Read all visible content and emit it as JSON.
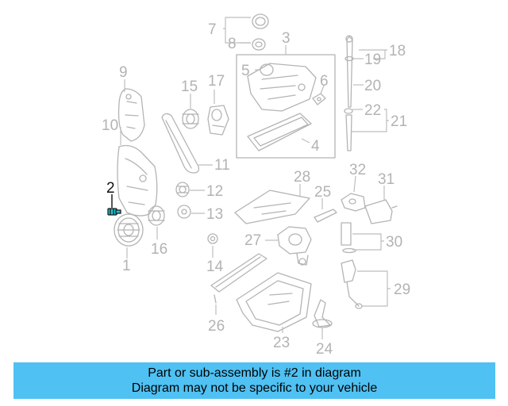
{
  "callouts": {
    "n1": "1",
    "n2": "2",
    "n3": "3",
    "n4": "4",
    "n5": "5",
    "n6": "6",
    "n7": "7",
    "n8": "8",
    "n9": "9",
    "n10": "10",
    "n11": "11",
    "n12": "12",
    "n13": "13",
    "n14": "14",
    "n15": "15",
    "n16": "16",
    "n17": "17",
    "n18": "18",
    "n19": "19",
    "n20": "20",
    "n21": "21",
    "n22": "22",
    "n23": "23",
    "n24": "24",
    "n25": "25",
    "n26": "26",
    "n27": "27",
    "n28": "28",
    "n29": "29",
    "n30": "30",
    "n31": "31",
    "n32": "32"
  },
  "highlighted_part": "2",
  "banner": {
    "line1": "Part or sub-assembly is #2 in diagram",
    "line2": "Diagram may not be specific to your vehicle"
  },
  "colors": {
    "banner_background": "#4fc1f3",
    "highlight_part": "#19c6d4",
    "line_art": "#b4b4b4"
  }
}
